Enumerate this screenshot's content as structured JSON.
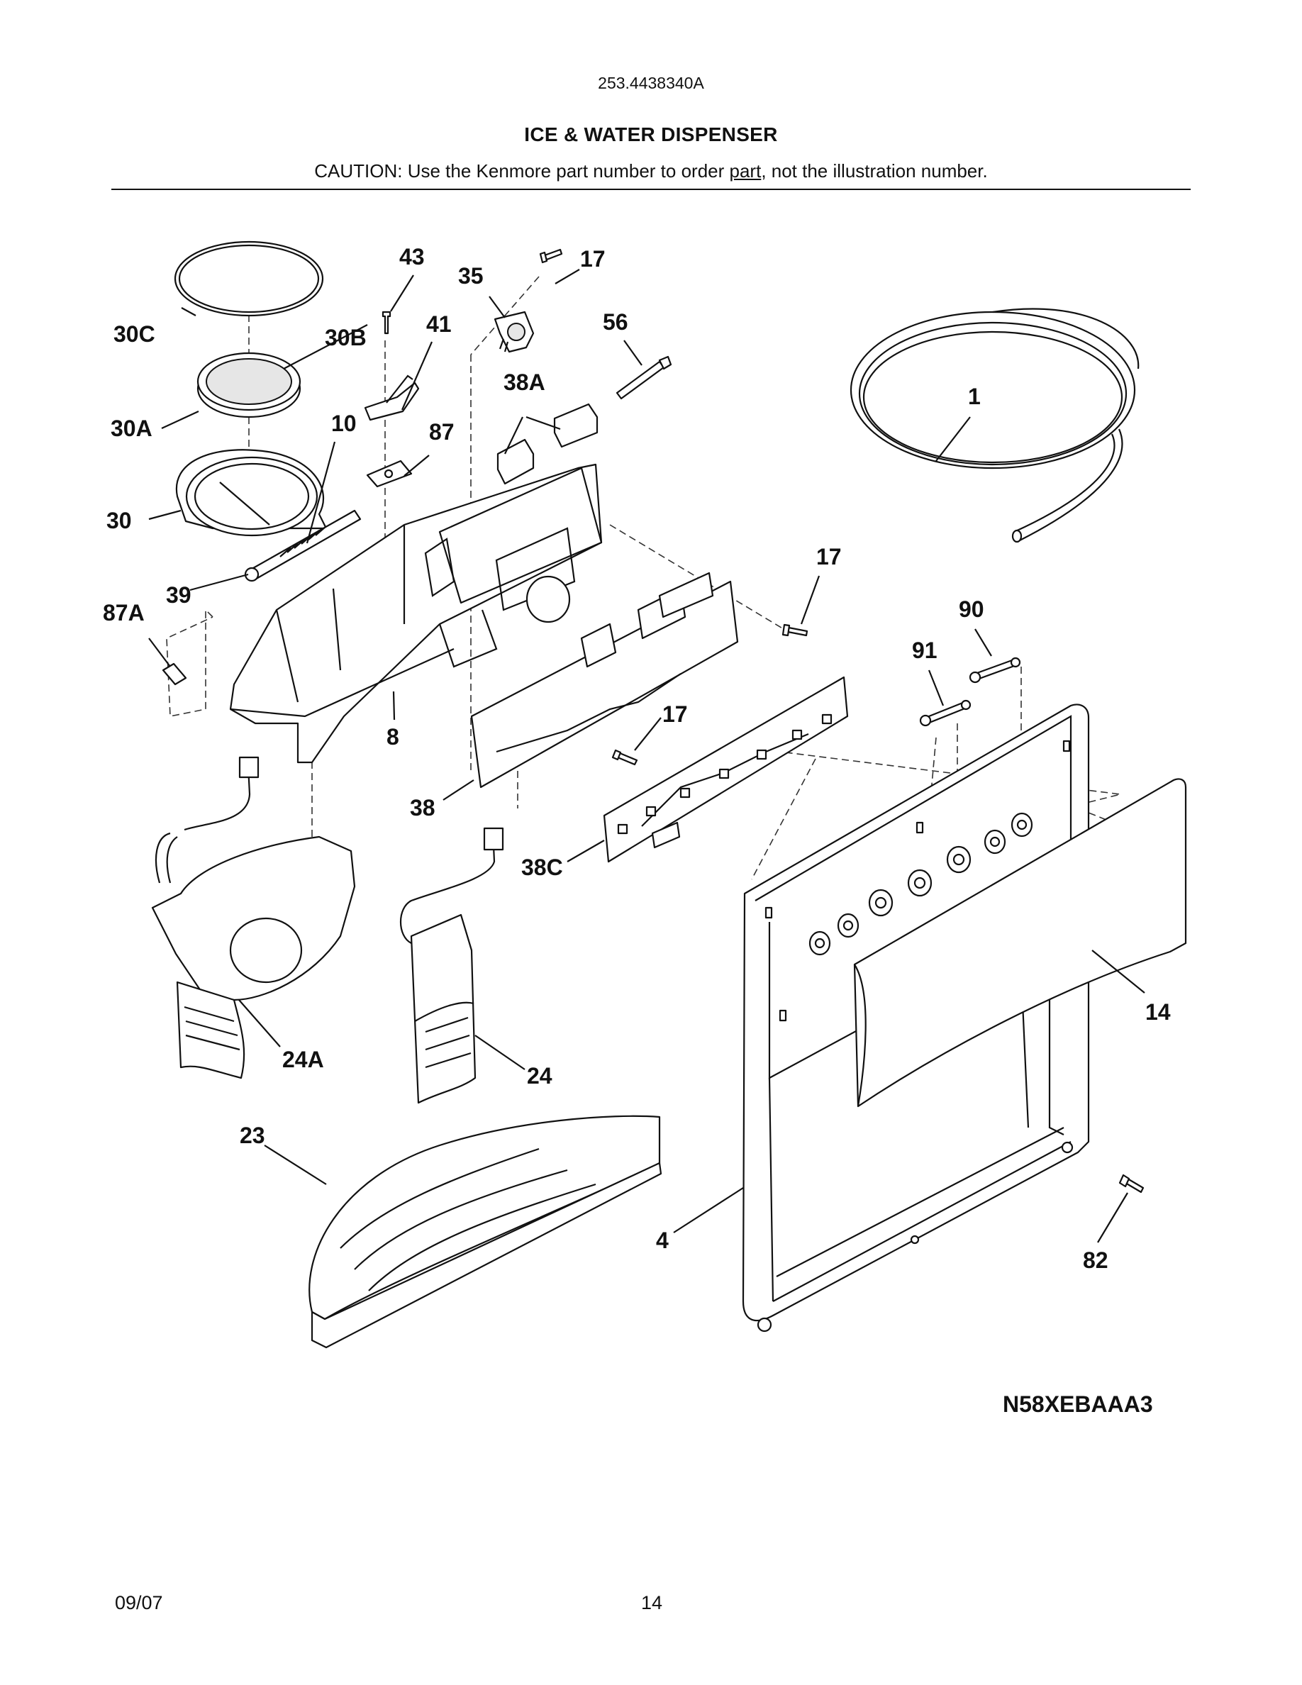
{
  "header": {
    "model": "253.4438340A",
    "title": "ICE & WATER DISPENSER",
    "caution_prefix": "CAUTION: Use the Kenmore part number to order ",
    "caution_link": "part",
    "caution_suffix": ", not the illustration number."
  },
  "diagram": {
    "code": "N58XEBAAA3",
    "callouts": {
      "c43": "43",
      "c17a": "17",
      "c35": "35",
      "c30c": "30C",
      "c30b": "30B",
      "c41": "41",
      "c56": "56",
      "c38a": "38A",
      "c1": "1",
      "c30a": "30A",
      "c10": "10",
      "c87": "87",
      "c30": "30",
      "c17b": "17",
      "c39": "39",
      "c87a": "87A",
      "c90": "90",
      "c91": "91",
      "c8": "8",
      "c17c": "17",
      "c38": "38",
      "c38c": "38C",
      "c14": "14",
      "c24a": "24A",
      "c24": "24",
      "c23": "23",
      "c4": "4",
      "c82": "82"
    }
  },
  "footer": {
    "date": "09/07",
    "page": "14"
  }
}
